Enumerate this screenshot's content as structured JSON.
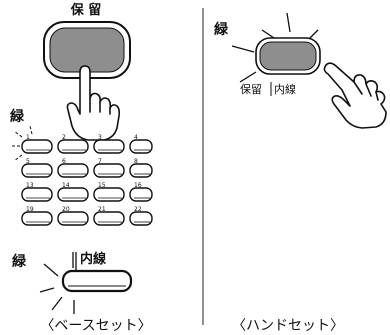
{
  "base": {
    "hold_label": "保 留",
    "color_label_1": "緑",
    "color_label_2": "緑",
    "naisen_label": "内線",
    "caption": "〈ベースセット〉",
    "key_numbers": [
      "1",
      "2",
      "3",
      "4",
      "5",
      "6",
      "7",
      "8",
      "13",
      "14",
      "15",
      "16",
      "19",
      "20",
      "21",
      "22"
    ]
  },
  "handset": {
    "color_label": "緑",
    "key_label_hold": "保留",
    "key_label_naisen": "内線",
    "caption": "〈ハンドセット〉"
  }
}
